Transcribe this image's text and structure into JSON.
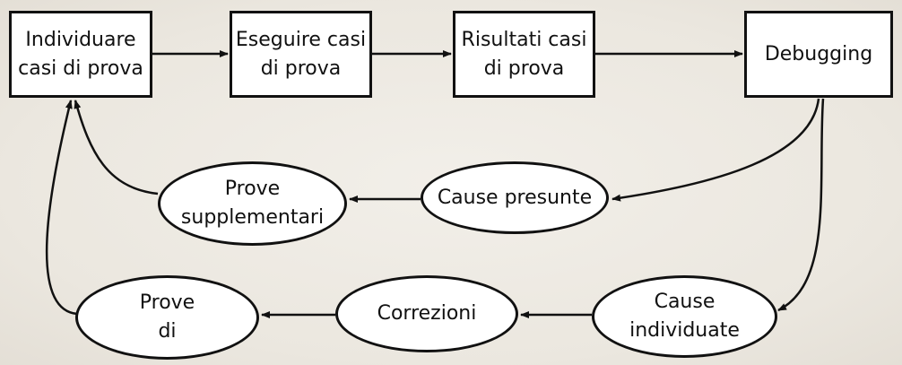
{
  "diagram": {
    "nodes": {
      "individuare": "Individuare\ncasi di prova",
      "eseguire": "Eseguire casi\ndi prova",
      "risultati": "Risultati casi\ndi prova",
      "debugging": "Debugging",
      "cause_presunte": "Cause presunte",
      "prove_supplementari": "Prove\nsupplementari",
      "cause_individuate": "Cause\nindividuate",
      "correzioni": "Correzioni",
      "prove_di": "Prove\ndi"
    }
  }
}
